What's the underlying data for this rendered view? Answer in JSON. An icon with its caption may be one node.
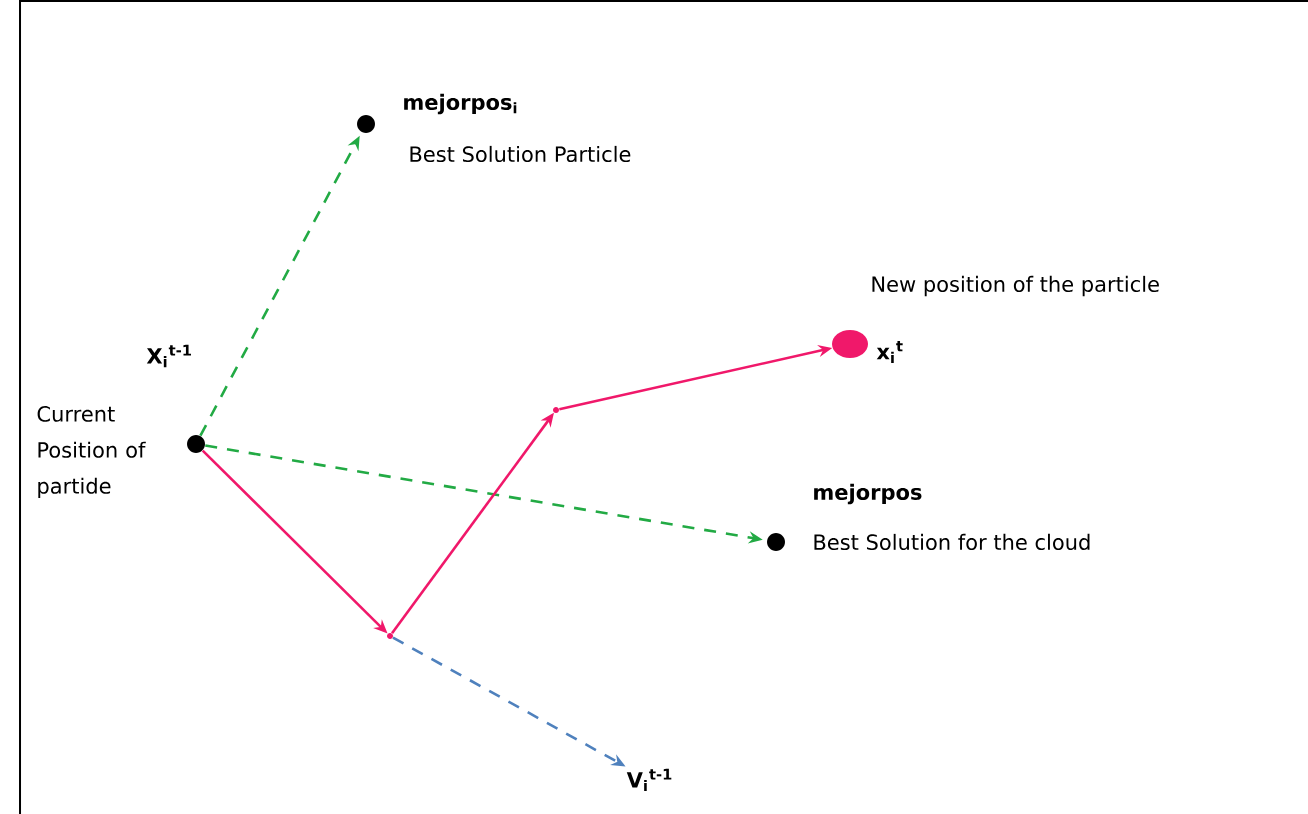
{
  "diagram": {
    "nodes": [
      {
        "text": [],
        "shape": "circle",
        "beside": [
          "X$_{i}$$^{t-1}$",
          "Current Position of partide"
        ]
      },
      {
        "text": [],
        "shape": "circle",
        "beside": [
          "mejorpos$_{i}$",
          "Best Solution Particle"
        ]
      },
      {
        "text": [],
        "shape": "circle",
        "beside": [
          "mejorpos",
          "Best Solution for the cloud"
        ]
      },
      {
        "text": [],
        "shape": "ellipse",
        "beside": [
          "x$_{i}$$^{t}$",
          "New position of the particle"
        ]
      },
      {
        "text": [],
        "shape": "point"
      },
      {
        "text": [],
        "shape": "point"
      },
      {
        "text": [
          "V$_{i}$$^{t-1}$"
        ]
      }
    ],
    "edges": [
      {
        "from": 0,
        "to": 1,
        "arrow": "to",
        "style": "dashed",
        "color": "#22aa44"
      },
      {
        "from": 0,
        "to": 2,
        "arrow": "to",
        "style": "dashed",
        "color": "#22aa44"
      },
      {
        "from": 0,
        "to": 4,
        "arrow": "to"
      },
      {
        "from": 4,
        "to": 5,
        "arrow": "to"
      },
      {
        "from": 5,
        "to": 3,
        "arrow": "to"
      },
      {
        "from": 4,
        "to": 6,
        "arrow": "to",
        "style": "dashed",
        "color": "#4f81bd"
      }
    ]
  }
}
